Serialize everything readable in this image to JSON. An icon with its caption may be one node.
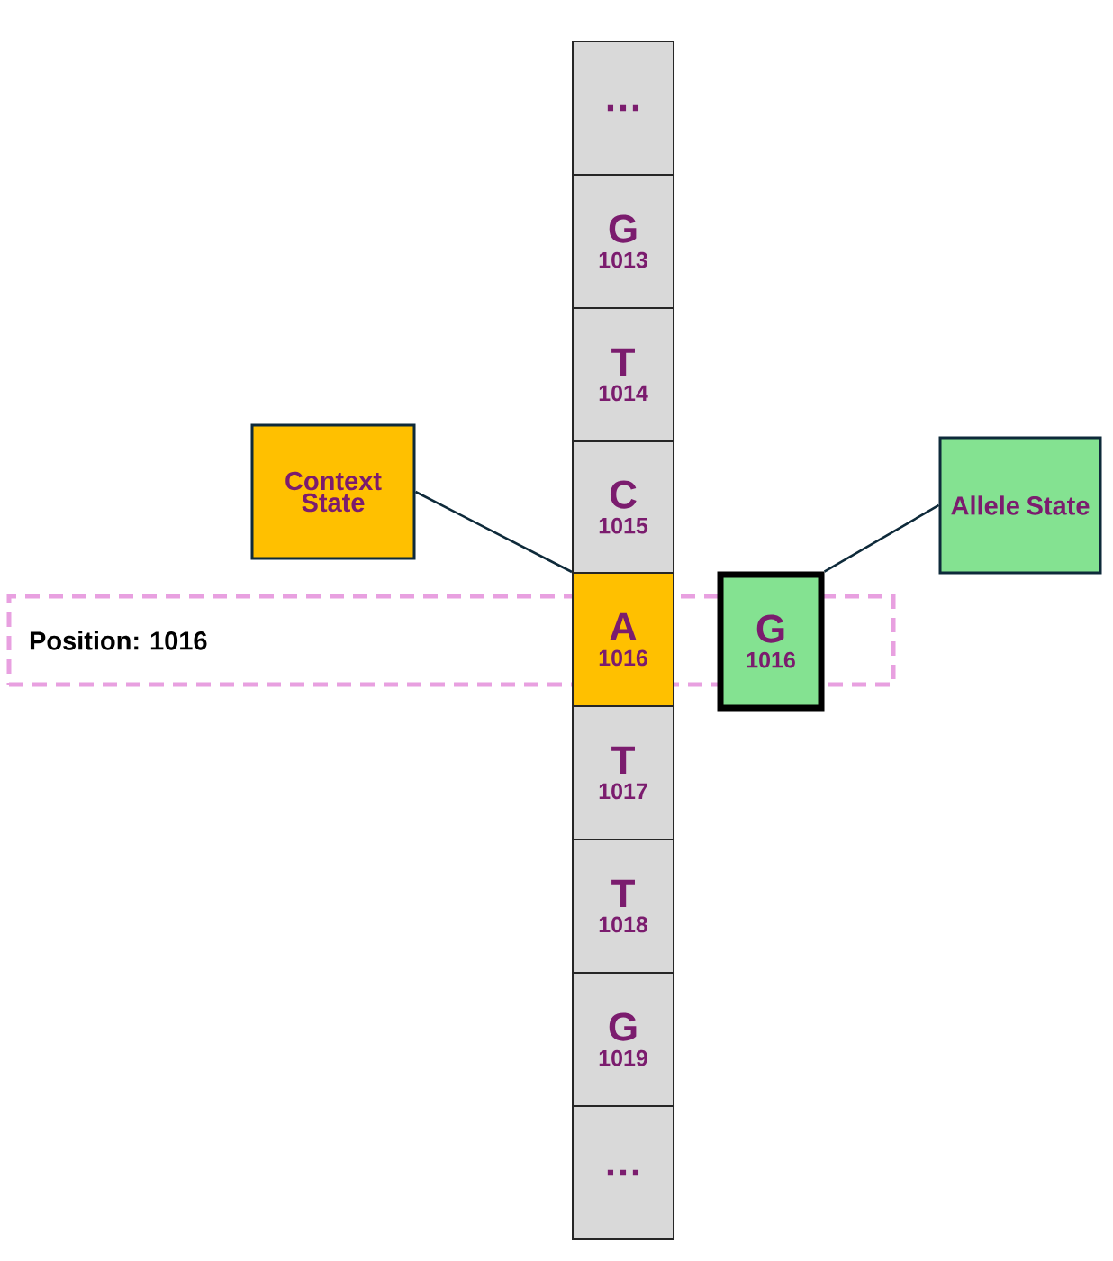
{
  "diagram": {
    "nodes": [
      {
        "text": [
          "…"
        ]
      },
      {
        "text": [
          "G",
          "1013"
        ]
      },
      {
        "text": [
          "T",
          "1014"
        ]
      },
      {
        "text": [
          "Context State"
        ]
      },
      {
        "text": [
          "C",
          "1015"
        ]
      },
      {
        "text": [
          "Allele State"
        ]
      },
      {
        "text": [
          "Position: 1016"
        ]
      },
      {
        "text": [
          "A",
          "1016"
        ]
      },
      {
        "text": [
          "G",
          "1016"
        ]
      },
      {
        "text": [
          "T",
          "1017"
        ]
      },
      {
        "text": [
          "T",
          "1018"
        ]
      },
      {
        "text": [
          "G",
          "1019"
        ]
      },
      {
        "text": [
          "…"
        ]
      }
    ],
    "edges": [
      {
        "from": 3,
        "to": 7,
        "arrow": "none"
      },
      {
        "from": 8,
        "to": 5,
        "arrow": "none"
      }
    ]
  }
}
